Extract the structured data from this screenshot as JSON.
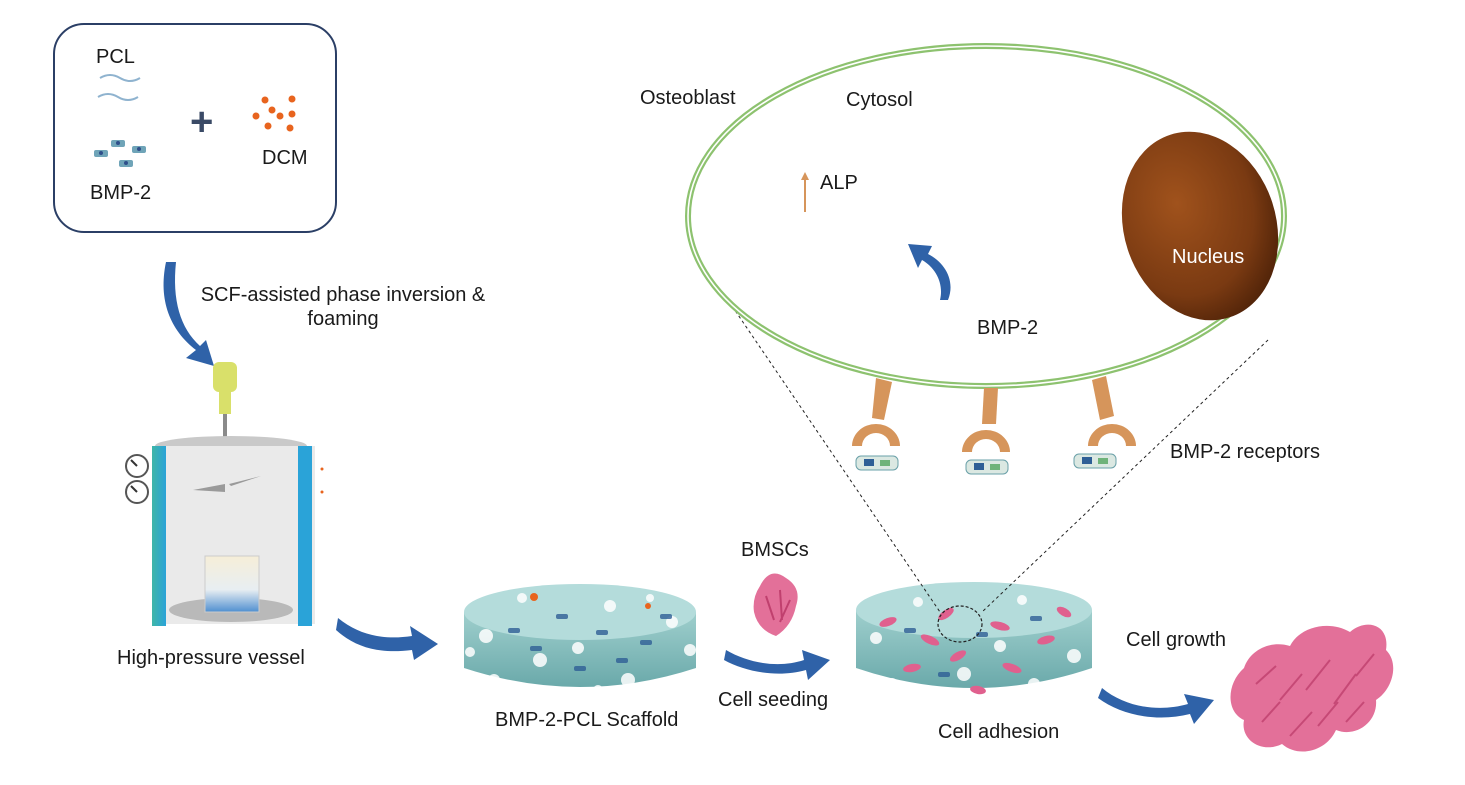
{
  "materials": {
    "pcl_label": "PCL",
    "bmp2_label": "BMP-2",
    "dcm_label": "DCM",
    "plus_symbol": "+"
  },
  "process": {
    "step_label_line1": "SCF-assisted phase inversion &",
    "step_label_line2": "foaming",
    "vessel_label": "High-pressure vessel",
    "scaffold_label": "BMP-2-PCL Scaffold",
    "cells_label": "BMSCs",
    "seeding_label": "Cell seeding",
    "adhesion_label": "Cell adhesion",
    "growth_label": "Cell growth"
  },
  "cell": {
    "osteoblast_label": "Osteoblast",
    "cytosol_label": "Cytosol",
    "alp_label": "ALP",
    "nucleus_label": "Nucleus",
    "bmp2_label": "BMP-2",
    "receptors_label": "BMP-2 receptors"
  },
  "colors": {
    "arrow_blue": "#2f62a8",
    "scaffold_teal": "#8fc5c4",
    "cell_pink": "#e0608e",
    "membrane_green": "#8dc26f",
    "nucleus_brown": "#7a3a12",
    "receptor_orange": "#d6955b",
    "vessel_blue": "#2aa3d8",
    "dcm_orange": "#e8641e"
  }
}
